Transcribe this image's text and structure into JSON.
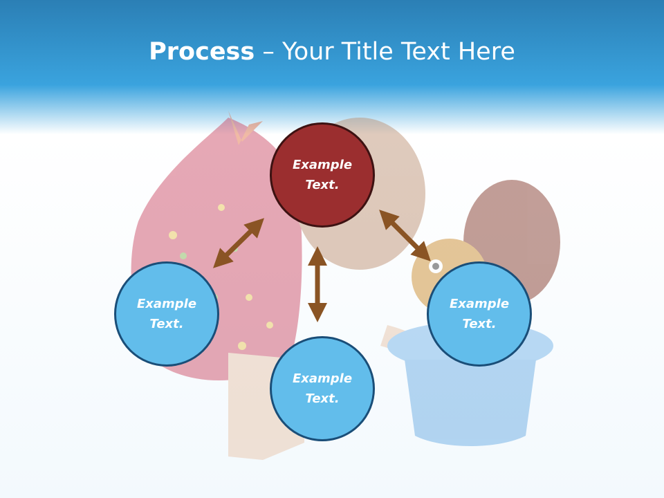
{
  "slide": {
    "title_bold": "Process",
    "title_rest": " – Your Title Text Here"
  },
  "diagram": {
    "top_node": "Example\nText.",
    "left_node": "Example\nText.",
    "bottom_node": "Example\nText.",
    "right_node": "Example\nText."
  },
  "colors": {
    "header_blue": "#3aa3de",
    "node_blue": "#62bdeb",
    "node_red": "#9b2e2f",
    "arrow_brown": "#8a5424"
  },
  "icons": {
    "background_photo": "child-with-teddy-bear-and-bucket"
  }
}
